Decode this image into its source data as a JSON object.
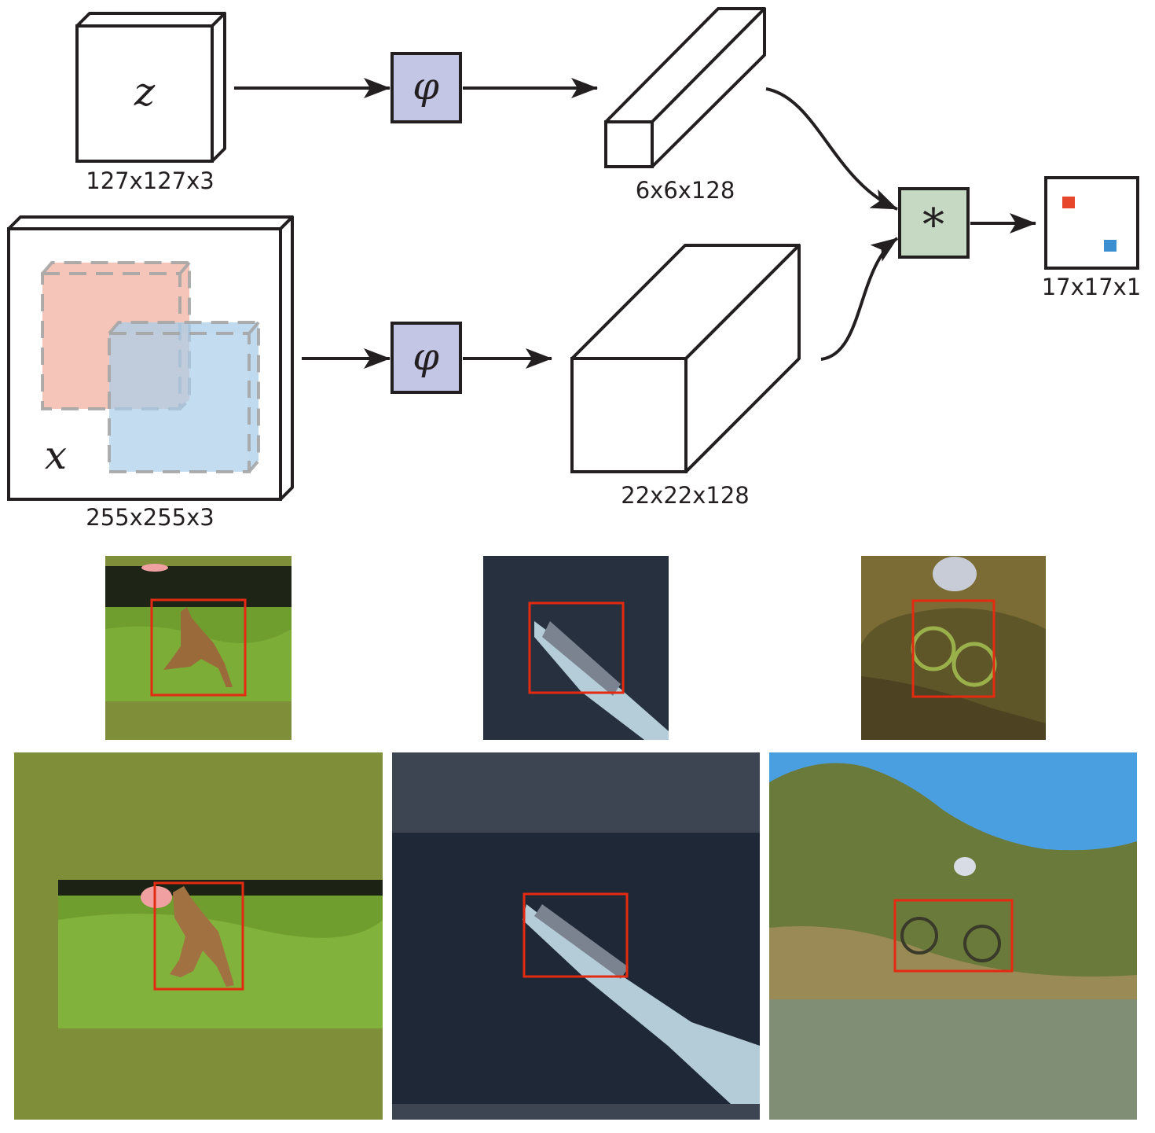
{
  "diagram": {
    "exemplar": {
      "symbol": "z",
      "size_label": "127x127x3"
    },
    "search": {
      "symbol": "x",
      "size_label": "255x255x3"
    },
    "embedding_top": {
      "symbol": "φ"
    },
    "embedding_bottom": {
      "symbol": "φ"
    },
    "feature_small": {
      "size_label": "6x6x128"
    },
    "feature_large": {
      "size_label": "22x22x128"
    },
    "cross_correlation": {
      "symbol": "*"
    },
    "score_map": {
      "size_label": "17x17x1"
    }
  },
  "colors": {
    "stroke": "#231f20",
    "phi_box_fill": "#c3c6e4",
    "xcorr_box_fill": "#c6d9c3",
    "exemplar_region": "#f4b6a8",
    "search_region": "#a9cde9",
    "dash_outline": "#a6a6a6",
    "score_red": "#e8462a",
    "score_blue": "#3b8fd1",
    "target_box": "#e52a12",
    "pad_dog": "#7f8e39",
    "pad_boat": "#3d4452",
    "pad_bike": "#818e76"
  },
  "examples": [
    {
      "name": "dog",
      "exemplar_icon": "dog-exemplar-image",
      "search_icon": "dog-search-image"
    },
    {
      "name": "boat",
      "exemplar_icon": "boat-exemplar-image",
      "search_icon": "boat-search-image"
    },
    {
      "name": "bike",
      "exemplar_icon": "cyclist-exemplar-image",
      "search_icon": "cyclist-search-image"
    }
  ]
}
